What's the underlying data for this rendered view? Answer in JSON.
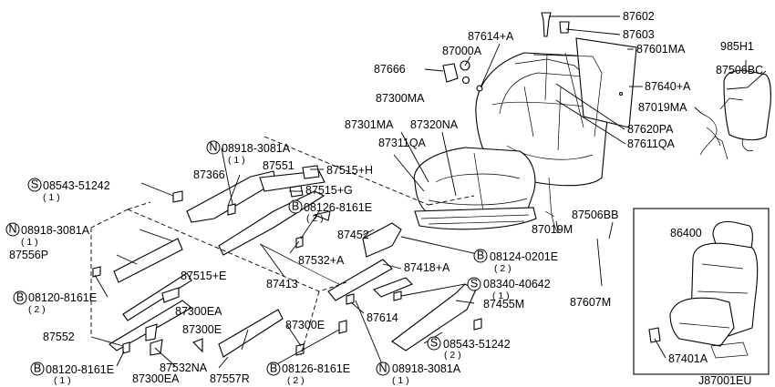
{
  "part_numbers": {
    "p87602": "87602",
    "p87603": "87603",
    "p87614A": "87614+A",
    "p87000A": "87000A",
    "p87601MA": "87601MA",
    "p985H1": "985H1",
    "p87666": "87666",
    "p87506BC": "87506BC",
    "p87640A": "87640+A",
    "p87300MA": "87300MA",
    "p87019MA": "87019MA",
    "p87301MA": "87301MA",
    "p87320NA": "87320NA",
    "p87620PA": "87620PA",
    "p87311QA": "87311QA",
    "p87611QA": "87611QA",
    "p87366": "87366",
    "p87551": "87551",
    "p87515H": "87515+H",
    "p87515G": "87515+G",
    "p87019M": "87019M",
    "p87506BB": "87506BB",
    "p86400": "86400",
    "p87452": "87452",
    "p87556P": "87556P",
    "p87532A": "87532+A",
    "p87418A": "87418+A",
    "p87515E": "87515+E",
    "p87413": "87413",
    "p87455M": "87455M",
    "p87607M": "87607M",
    "p87614": "87614",
    "p87300EA_top": "87300EA",
    "p87300E_mid": "87300E",
    "p87300E_right": "87300E",
    "p87552": "87552",
    "p87532NA": "87532NA",
    "p87300EA_bot": "87300EA",
    "p87557R": "87557R",
    "p87401A": "87401A"
  },
  "callouts": {
    "c1": {
      "symbol": "N",
      "code": "08918-3081A",
      "qty": "( 1 )"
    },
    "c2": {
      "symbol": "S",
      "code": "08543-51242",
      "qty": "( 1 )"
    },
    "c3": {
      "symbol": "B",
      "code": "08126-8161E",
      "qty": "( 2 )"
    },
    "c4": {
      "symbol": "N",
      "code": "08918-3081A",
      "qty": "( 1 )"
    },
    "c5": {
      "symbol": "B",
      "code": "08124-0201E",
      "qty": "( 2 )"
    },
    "c6": {
      "symbol": "S",
      "code": "08340-40642",
      "qty": "( 1 )"
    },
    "c7": {
      "symbol": "B",
      "code": "08120-8161E",
      "qty": "( 2 )"
    },
    "c8": {
      "symbol": "S",
      "code": "08543-51242",
      "qty": "( 2 )"
    },
    "c9": {
      "symbol": "B",
      "code": "08120-8161E",
      "qty": "( 1 )"
    },
    "c10": {
      "symbol": "B",
      "code": "08126-8161E",
      "qty": "( 2 )"
    },
    "c11": {
      "symbol": "N",
      "code": "08918-3081A",
      "qty": "( 1 )"
    }
  },
  "diagram_code": "J87001EU"
}
